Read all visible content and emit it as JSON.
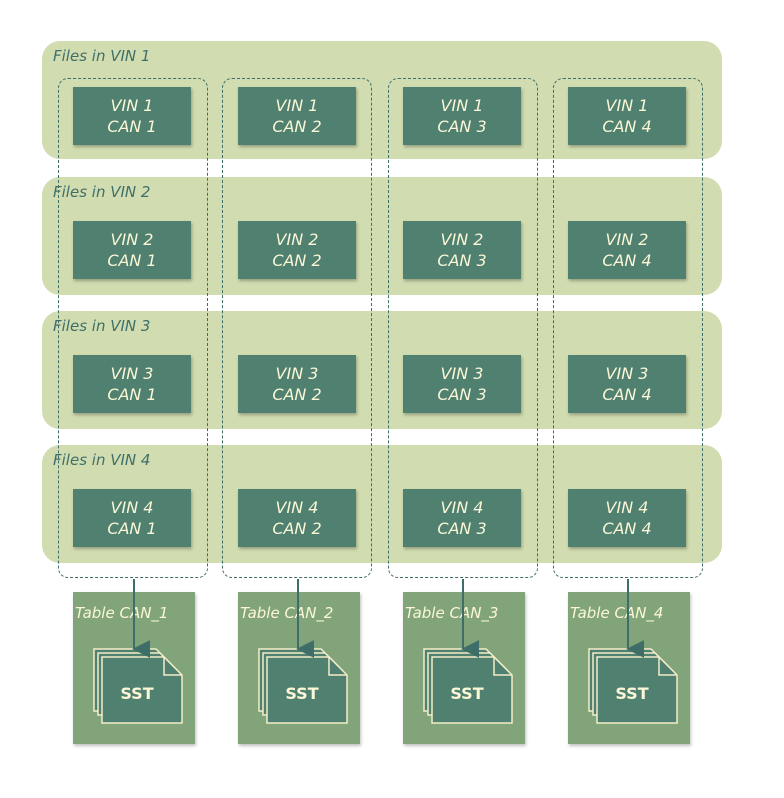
{
  "rows": [
    {
      "label": "Files in VIN 1",
      "cells": [
        [
          "VIN 1",
          "CAN 1"
        ],
        [
          "VIN 1",
          "CAN 2"
        ],
        [
          "VIN 1",
          "CAN 3"
        ],
        [
          "VIN 1",
          "CAN 4"
        ]
      ]
    },
    {
      "label": "Files in VIN 2",
      "cells": [
        [
          "VIN 2",
          "CAN 1"
        ],
        [
          "VIN 2",
          "CAN 2"
        ],
        [
          "VIN 2",
          "CAN 3"
        ],
        [
          "VIN 2",
          "CAN 4"
        ]
      ]
    },
    {
      "label": "Files in VIN 3",
      "cells": [
        [
          "VIN 3",
          "CAN 1"
        ],
        [
          "VIN 3",
          "CAN 2"
        ],
        [
          "VIN 3",
          "CAN 3"
        ],
        [
          "VIN 3",
          "CAN 4"
        ]
      ]
    },
    {
      "label": "Files in VIN 4",
      "cells": [
        [
          "VIN 4",
          "CAN 1"
        ],
        [
          "VIN 4",
          "CAN 2"
        ],
        [
          "VIN 4",
          "CAN 3"
        ],
        [
          "VIN 4",
          "CAN 4"
        ]
      ]
    }
  ],
  "tables": [
    {
      "title": "Table CAN_1",
      "sst": "SST"
    },
    {
      "title": "Table CAN_2",
      "sst": "SST"
    },
    {
      "title": "Table CAN_3",
      "sst": "SST"
    },
    {
      "title": "Table CAN_4",
      "sst": "SST"
    }
  ],
  "colors": {
    "row_band": "#c4d29a",
    "cell": "#4f8070",
    "cell_text": "#fbf7d7",
    "table": "#82a47a",
    "dashed_outline": "#3f6e68",
    "row_label": "#3e6f6a"
  }
}
